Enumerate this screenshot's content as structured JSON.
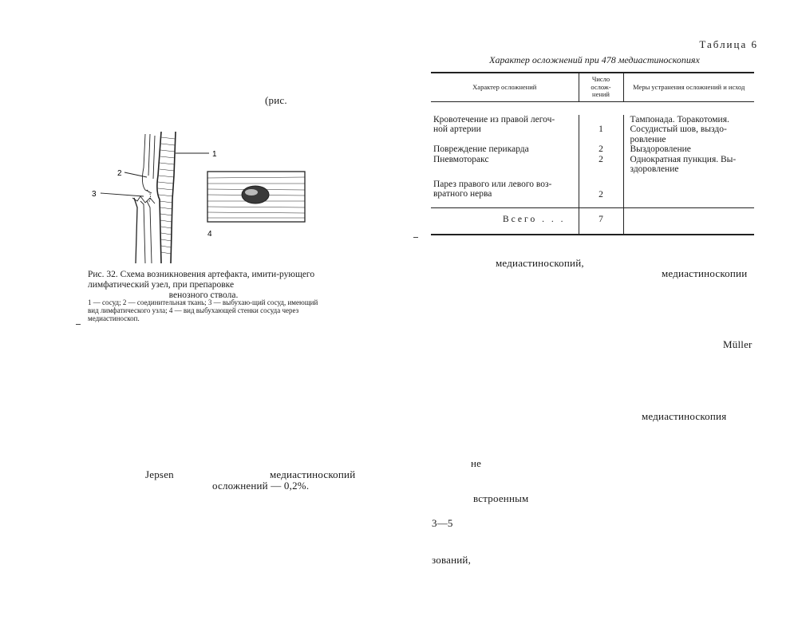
{
  "left_page": {
    "fragment_top": "(рис.",
    "figure": {
      "labels": {
        "l1": "1",
        "l2": "2",
        "l3": "3",
        "l4": "4"
      },
      "caption_title": "Рис. 32. Схема возникновения артефакта, имити-рующего лимфатический узел, при препаровке",
      "caption_title_line3": "венозного ствола.",
      "caption_legend": "1 — сосуд; 2 — соединительная ткань; 3 — выбухаю-щий сосуд, имеющий вид лимфатического узла; 4 — вид выбухающей стенки сосуда через медиастиноскоп."
    },
    "fragment_jepsen": "Jepsen",
    "fragment_mediast": "медиастиноскопий",
    "fragment_oslozh": "осложнений — 0,2%."
  },
  "right_page": {
    "table_label": "Таблица 6",
    "table_title": "Характер осложнений при 478 медиастиноскопиях",
    "table": {
      "headers": {
        "col1": "Характер осложнений",
        "col2": "Число ослож-нений",
        "col3": "Меры устранения осложнений и исход"
      },
      "rows": [
        {
          "character": "Кровотечение из правой легоч-ной артерии",
          "count": "1",
          "measures": "Тампонада. Торакотомия. Сосудистый шов, выздо-ровление"
        },
        {
          "character": "Повреждение перикарда",
          "count": "2",
          "measures": "Выздоровление"
        },
        {
          "character": "Пневмоторакс",
          "count": "2",
          "measures": "Однократная пункция. Вы-здоровление"
        },
        {
          "character": "Парез правого или левого воз-вратного нерва",
          "count": "2",
          "measures": ""
        }
      ],
      "total_label": "Всего . . .",
      "total_count": "7"
    },
    "fragments": {
      "f1": "медиастиноскопий,",
      "f2": "медиастиноскопии",
      "f3": "Müller",
      "f4": "медиастиноскопия",
      "f5": "не",
      "f6": "встроенным",
      "f7": "3—5",
      "f8": "зований,"
    }
  }
}
